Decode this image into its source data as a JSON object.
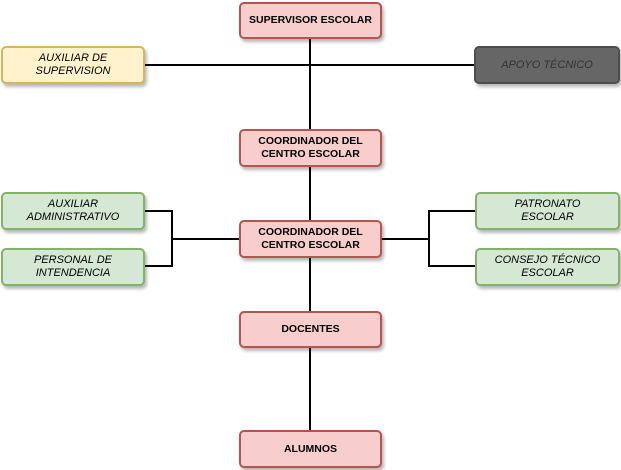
{
  "nodes": {
    "supervisor": "SUPERVISOR ESCOLAR",
    "auxiliar_supervision": "AUXILIAR DE\nSUPERVISION",
    "apoyo_tecnico": "APOYO TÉCNICO",
    "coordinador_1": "COORDINADOR DEL\nCENTRO ESCOLAR",
    "coordinador_2": "COORDINADOR DEL\nCENTRO ESCOLAR",
    "auxiliar_administrativo": "AUXILIAR\nADMINISTRATIVO",
    "personal_intendencia": "PERSONAL DE\nINTENDENCIA",
    "patronato": "PATRONATO\nESCOLAR",
    "consejo_tecnico": "CONSEJO TÉCNICO\nESCOLAR",
    "docentes": "DOCENTES",
    "alumnos": "ALUMNOS"
  },
  "colors": {
    "red_fill": "#f8cecc",
    "red_border": "#b85450",
    "green_fill": "#d5e8d4",
    "green_border": "#82b366",
    "yellow_fill": "#fff2cc",
    "yellow_border": "#d6b656",
    "gray_fill": "#666666",
    "connector": "#000000"
  }
}
